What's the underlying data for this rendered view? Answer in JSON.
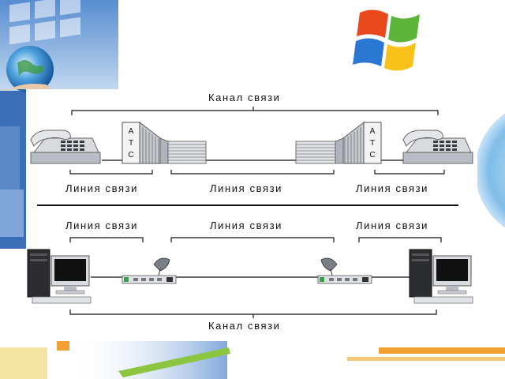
{
  "labels": {
    "channel_top": "Канал связи",
    "channel_bottom": "Канал связи",
    "line_top_left": "Линия связи",
    "line_top_mid": "Линия связи",
    "line_top_right": "Линия связи",
    "line_bottom_left": "Линия связи",
    "line_bottom_mid": "Линия связи",
    "line_bottom_right": "Линия связи"
  },
  "exchange_left": {
    "letters": [
      "А",
      "Т",
      "С"
    ]
  },
  "exchange_right": {
    "letters": [
      "А",
      "Т",
      "С"
    ]
  },
  "icons": {
    "phone": "telephone-icon",
    "exchange": "telephone-exchange-icon",
    "computer": "computer-icon",
    "modem": "satellite-modem-icon",
    "logo": "windows-logo-icon",
    "globe": "globe-icon",
    "disc": "disc-icon"
  },
  "colors": {
    "accent_orange": "#f0a030",
    "accent_green": "#8cc640",
    "accent_blue": "#2a64b6",
    "line_black": "#111111"
  }
}
